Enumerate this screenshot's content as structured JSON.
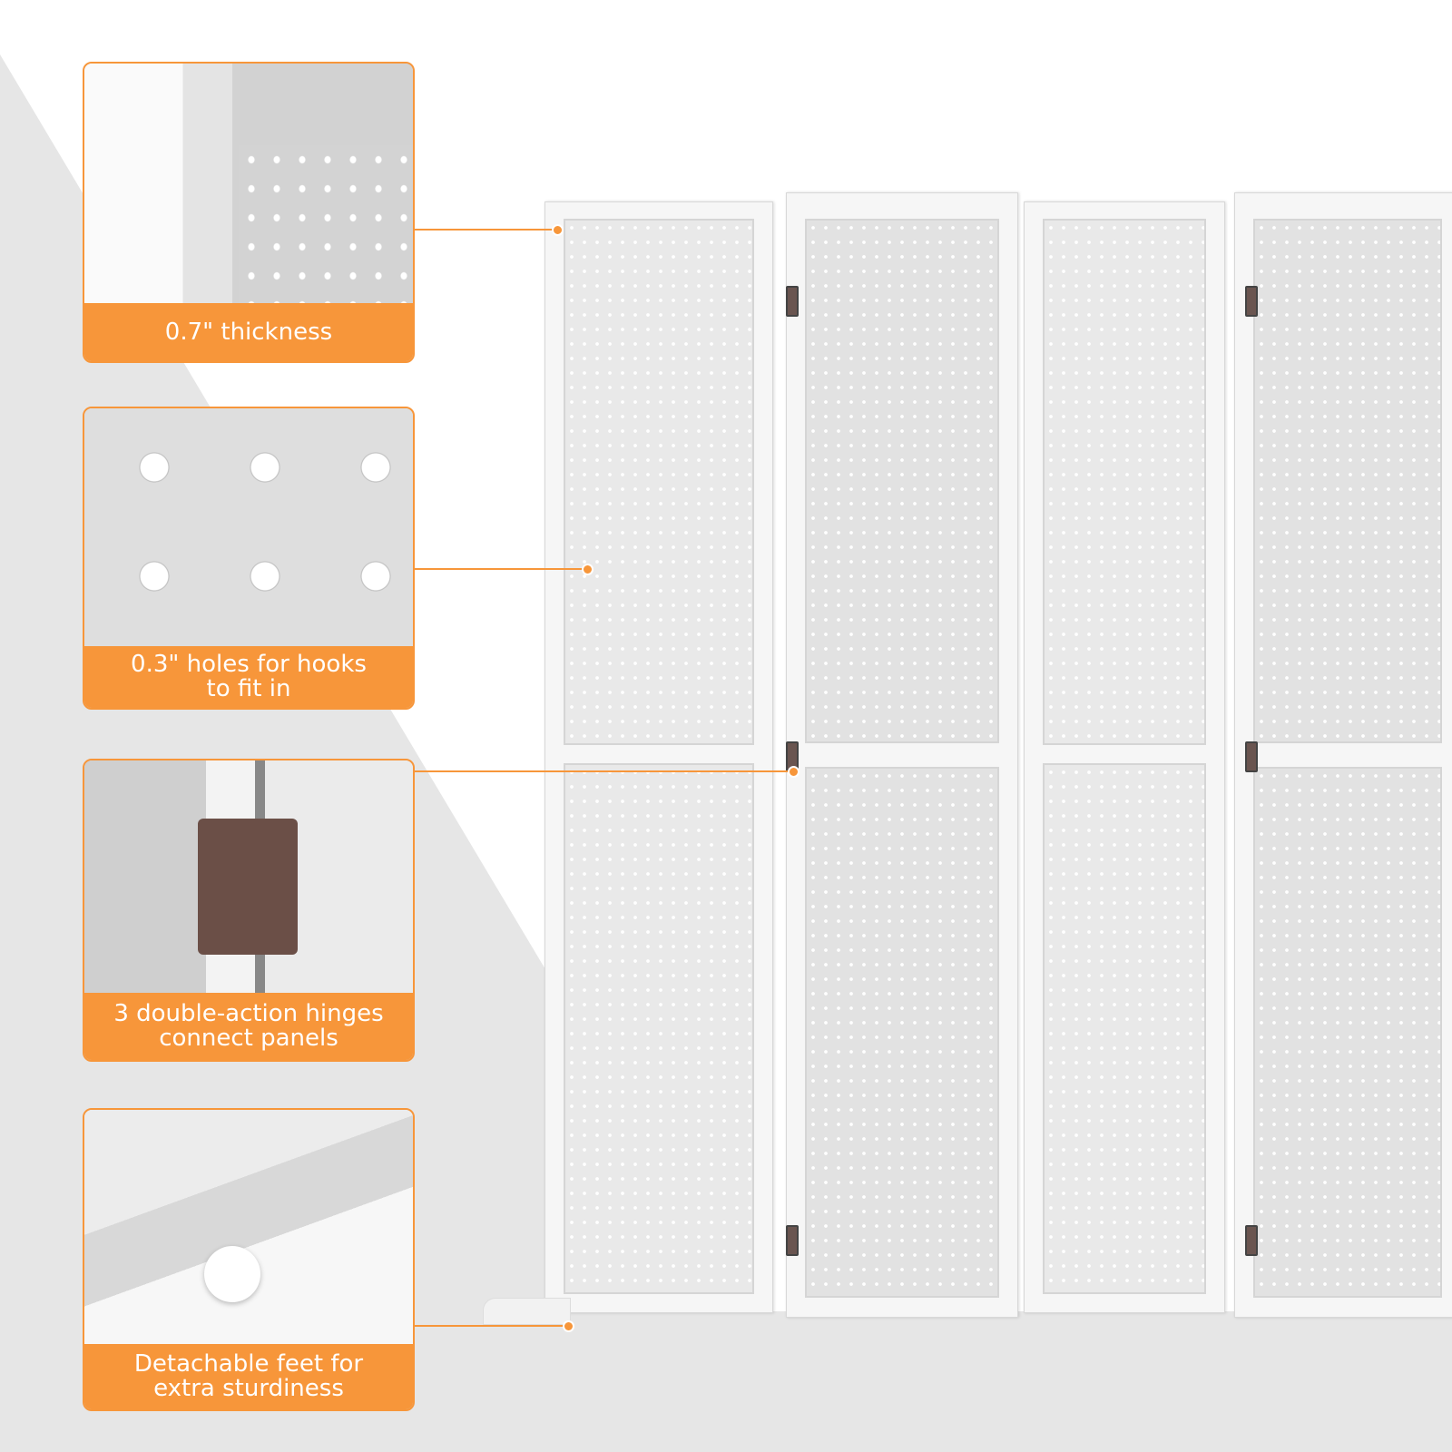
{
  "features": [
    {
      "label": "0.7\" thickness"
    },
    {
      "label": "0.3\" holes for hooks to fit in"
    },
    {
      "label": "3 double-action hinges connect panels"
    },
    {
      "label": "Detachable feet for extra sturdiness"
    }
  ],
  "colors": {
    "accent": "#f7963a",
    "background_gray": "#e6e6e6"
  }
}
